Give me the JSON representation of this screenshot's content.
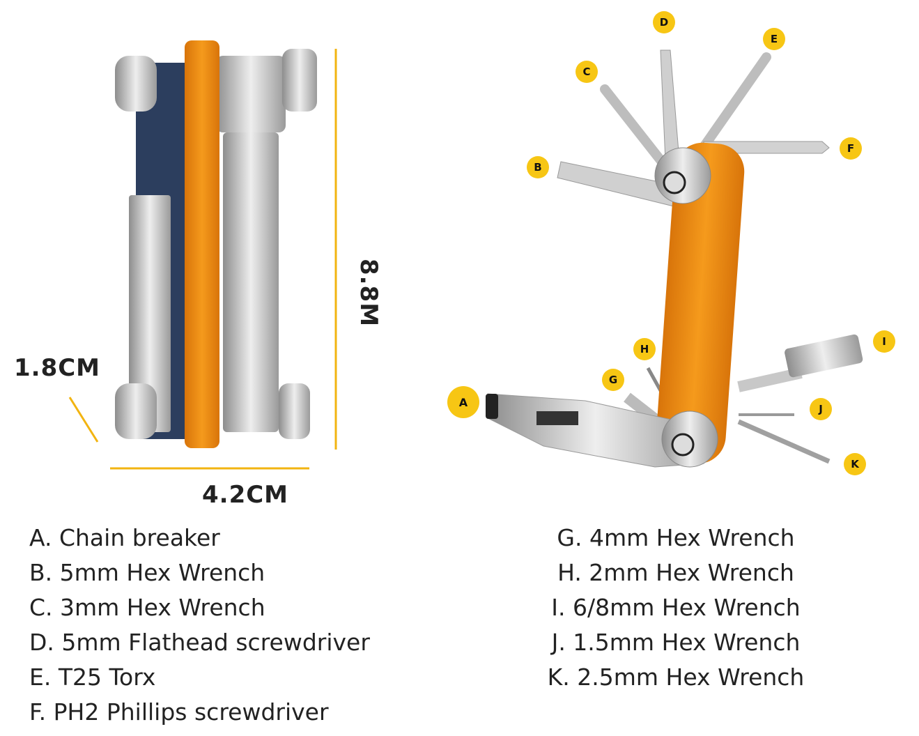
{
  "dimensions": {
    "height": "8.8M",
    "width": "4.2CM",
    "thickness": "1.8CM"
  },
  "colors": {
    "accent": "#f7c614",
    "body": "#f0900e",
    "metal": "#c9c9c9"
  },
  "callouts": [
    "A",
    "B",
    "C",
    "D",
    "E",
    "F",
    "G",
    "H",
    "I",
    "J",
    "K"
  ],
  "legend_left": [
    "A. Chain breaker",
    "B. 5mm Hex Wrench",
    "C. 3mm Hex Wrench",
    "D. 5mm Flathead screwdriver",
    "E. T25 Torx",
    "F. PH2 Phillips screwdriver"
  ],
  "legend_right": [
    "G. 4mm Hex Wrench",
    "H. 2mm Hex Wrench",
    "I. 6/8mm Hex Wrench",
    "J. 1.5mm Hex Wrench",
    "K. 2.5mm Hex Wrench"
  ]
}
